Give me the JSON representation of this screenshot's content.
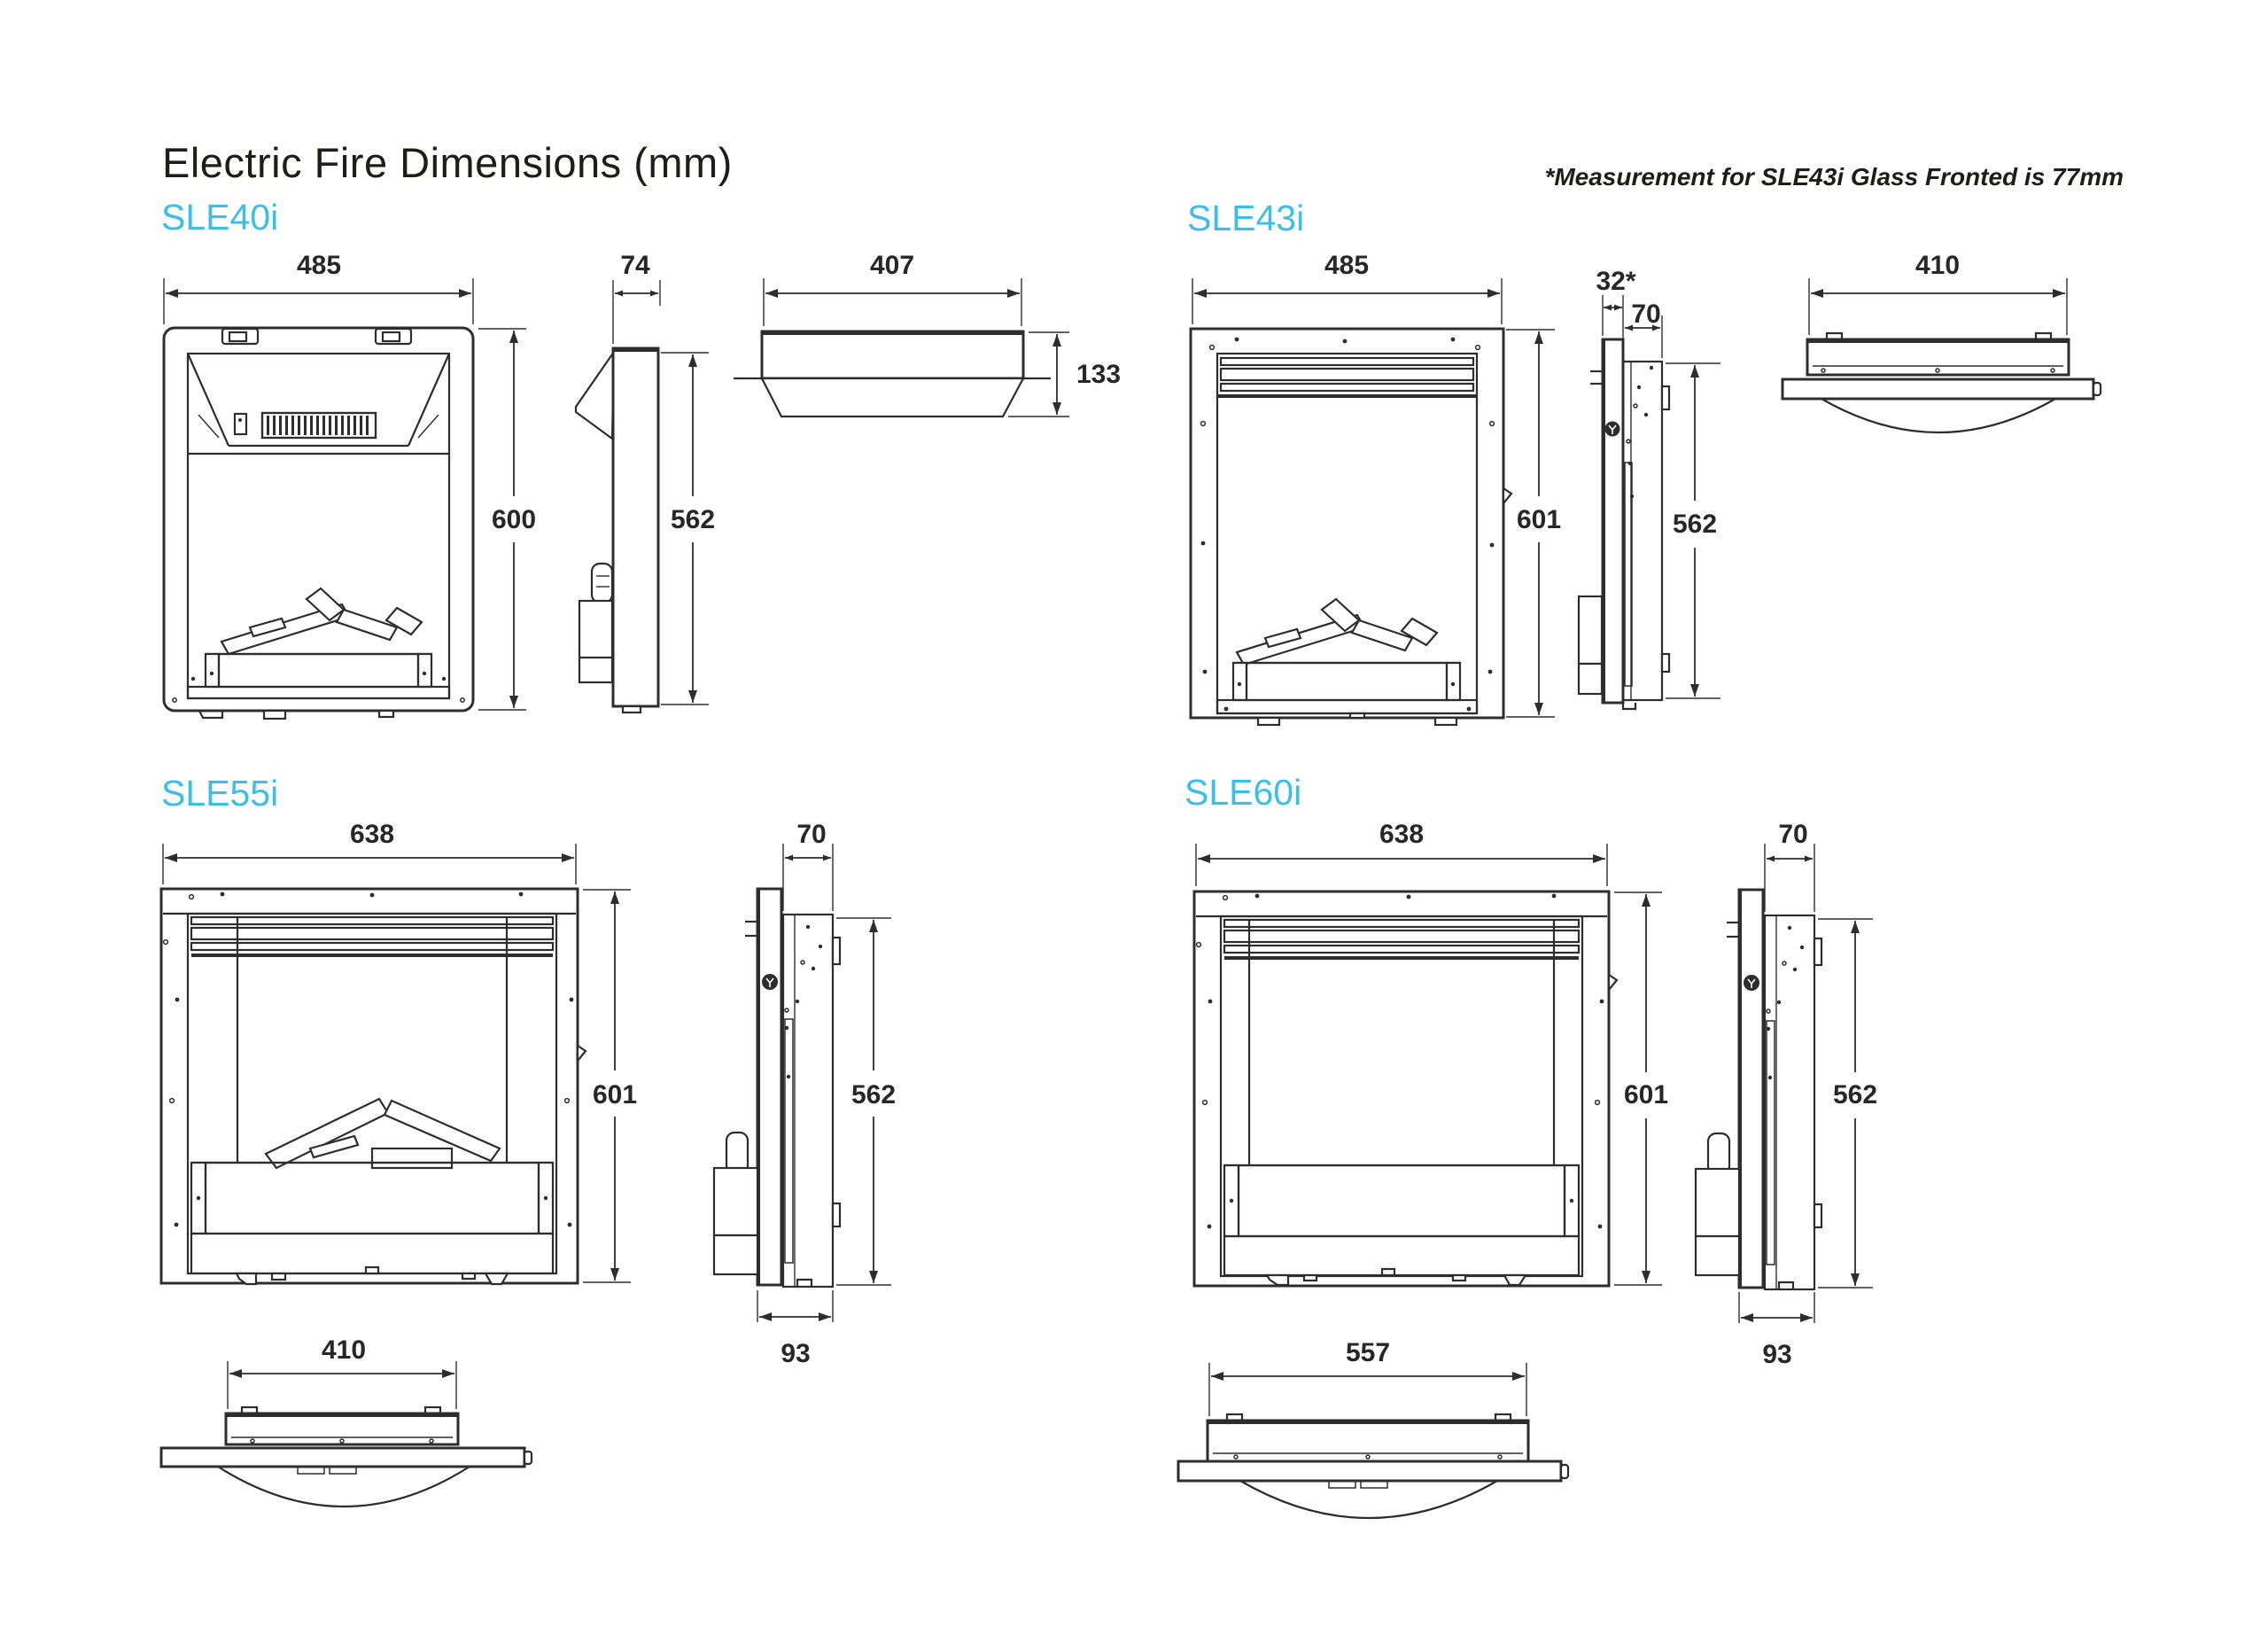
{
  "title": "Electric Fire Dimensions (mm)",
  "footnote": "*Measurement for SLE43i Glass Fronted is 77mm",
  "colors": {
    "accent": "#3bbfe6",
    "ink": "#2d2d2d",
    "dim_text": "#272727"
  },
  "sections": [
    {
      "id": "sle40i",
      "label": "SLE40i",
      "dims": {
        "front_width": "485",
        "front_height": "600",
        "side_depth": "74",
        "side_height": "562",
        "top_width": "407",
        "top_depth": "133"
      }
    },
    {
      "id": "sle43i",
      "label": "SLE43i",
      "dims": {
        "front_width": "485",
        "front_height": "601",
        "side_front_depth": "32*",
        "side_depth": "70",
        "side_height": "562",
        "top_width": "410"
      }
    },
    {
      "id": "sle55i",
      "label": "SLE55i",
      "dims": {
        "front_width": "638",
        "front_height": "601",
        "side_depth": "70",
        "side_height": "562",
        "side_base_depth": "93",
        "top_width": "410"
      }
    },
    {
      "id": "sle60i",
      "label": "SLE60i",
      "dims": {
        "front_width": "638",
        "front_height": "601",
        "side_depth": "70",
        "side_height": "562",
        "side_base_depth": "93",
        "top_width": "557"
      }
    }
  ]
}
